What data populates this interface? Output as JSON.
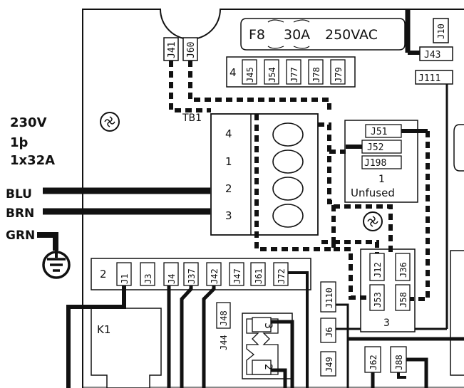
{
  "supply": {
    "voltage": "230V",
    "phase": "1þ",
    "breaker": "1x32A",
    "wires": [
      "BLU",
      "BRN",
      "GRN"
    ]
  },
  "fuse": {
    "label": "F8",
    "current": "30A",
    "voltage": "250VAC"
  },
  "terminal_block": {
    "name": "TB1",
    "numbers": [
      "4",
      "1",
      "2",
      "3"
    ]
  },
  "top_connectors": [
    "J41",
    "J60"
  ],
  "row_j45": {
    "number": "4",
    "connectors": [
      "J45",
      "J54",
      "J77",
      "J78",
      "J79"
    ]
  },
  "right_top_connectors": [
    "J10",
    "J43",
    "J111"
  ],
  "unfused_group": {
    "connectors": [
      "J51",
      "J52",
      "J198"
    ],
    "number": "1",
    "label": "Unfused"
  },
  "bottom_row": {
    "number": "2",
    "connectors": [
      "J1",
      "J3",
      "J4",
      "J37",
      "J42",
      "J47",
      "J61",
      "J72"
    ]
  },
  "relay": {
    "label": "K1"
  },
  "relay_connectors": [
    "J48",
    "J44"
  ],
  "plug_numbers": [
    "3",
    "2"
  ],
  "right_middle_connectors": [
    "J110",
    "J6",
    "J49"
  ],
  "group_three": {
    "connectors": [
      "J12",
      "J36",
      "J53",
      "J58"
    ],
    "number": "3"
  },
  "bottom_right_connectors": [
    "J62",
    "J88"
  ]
}
